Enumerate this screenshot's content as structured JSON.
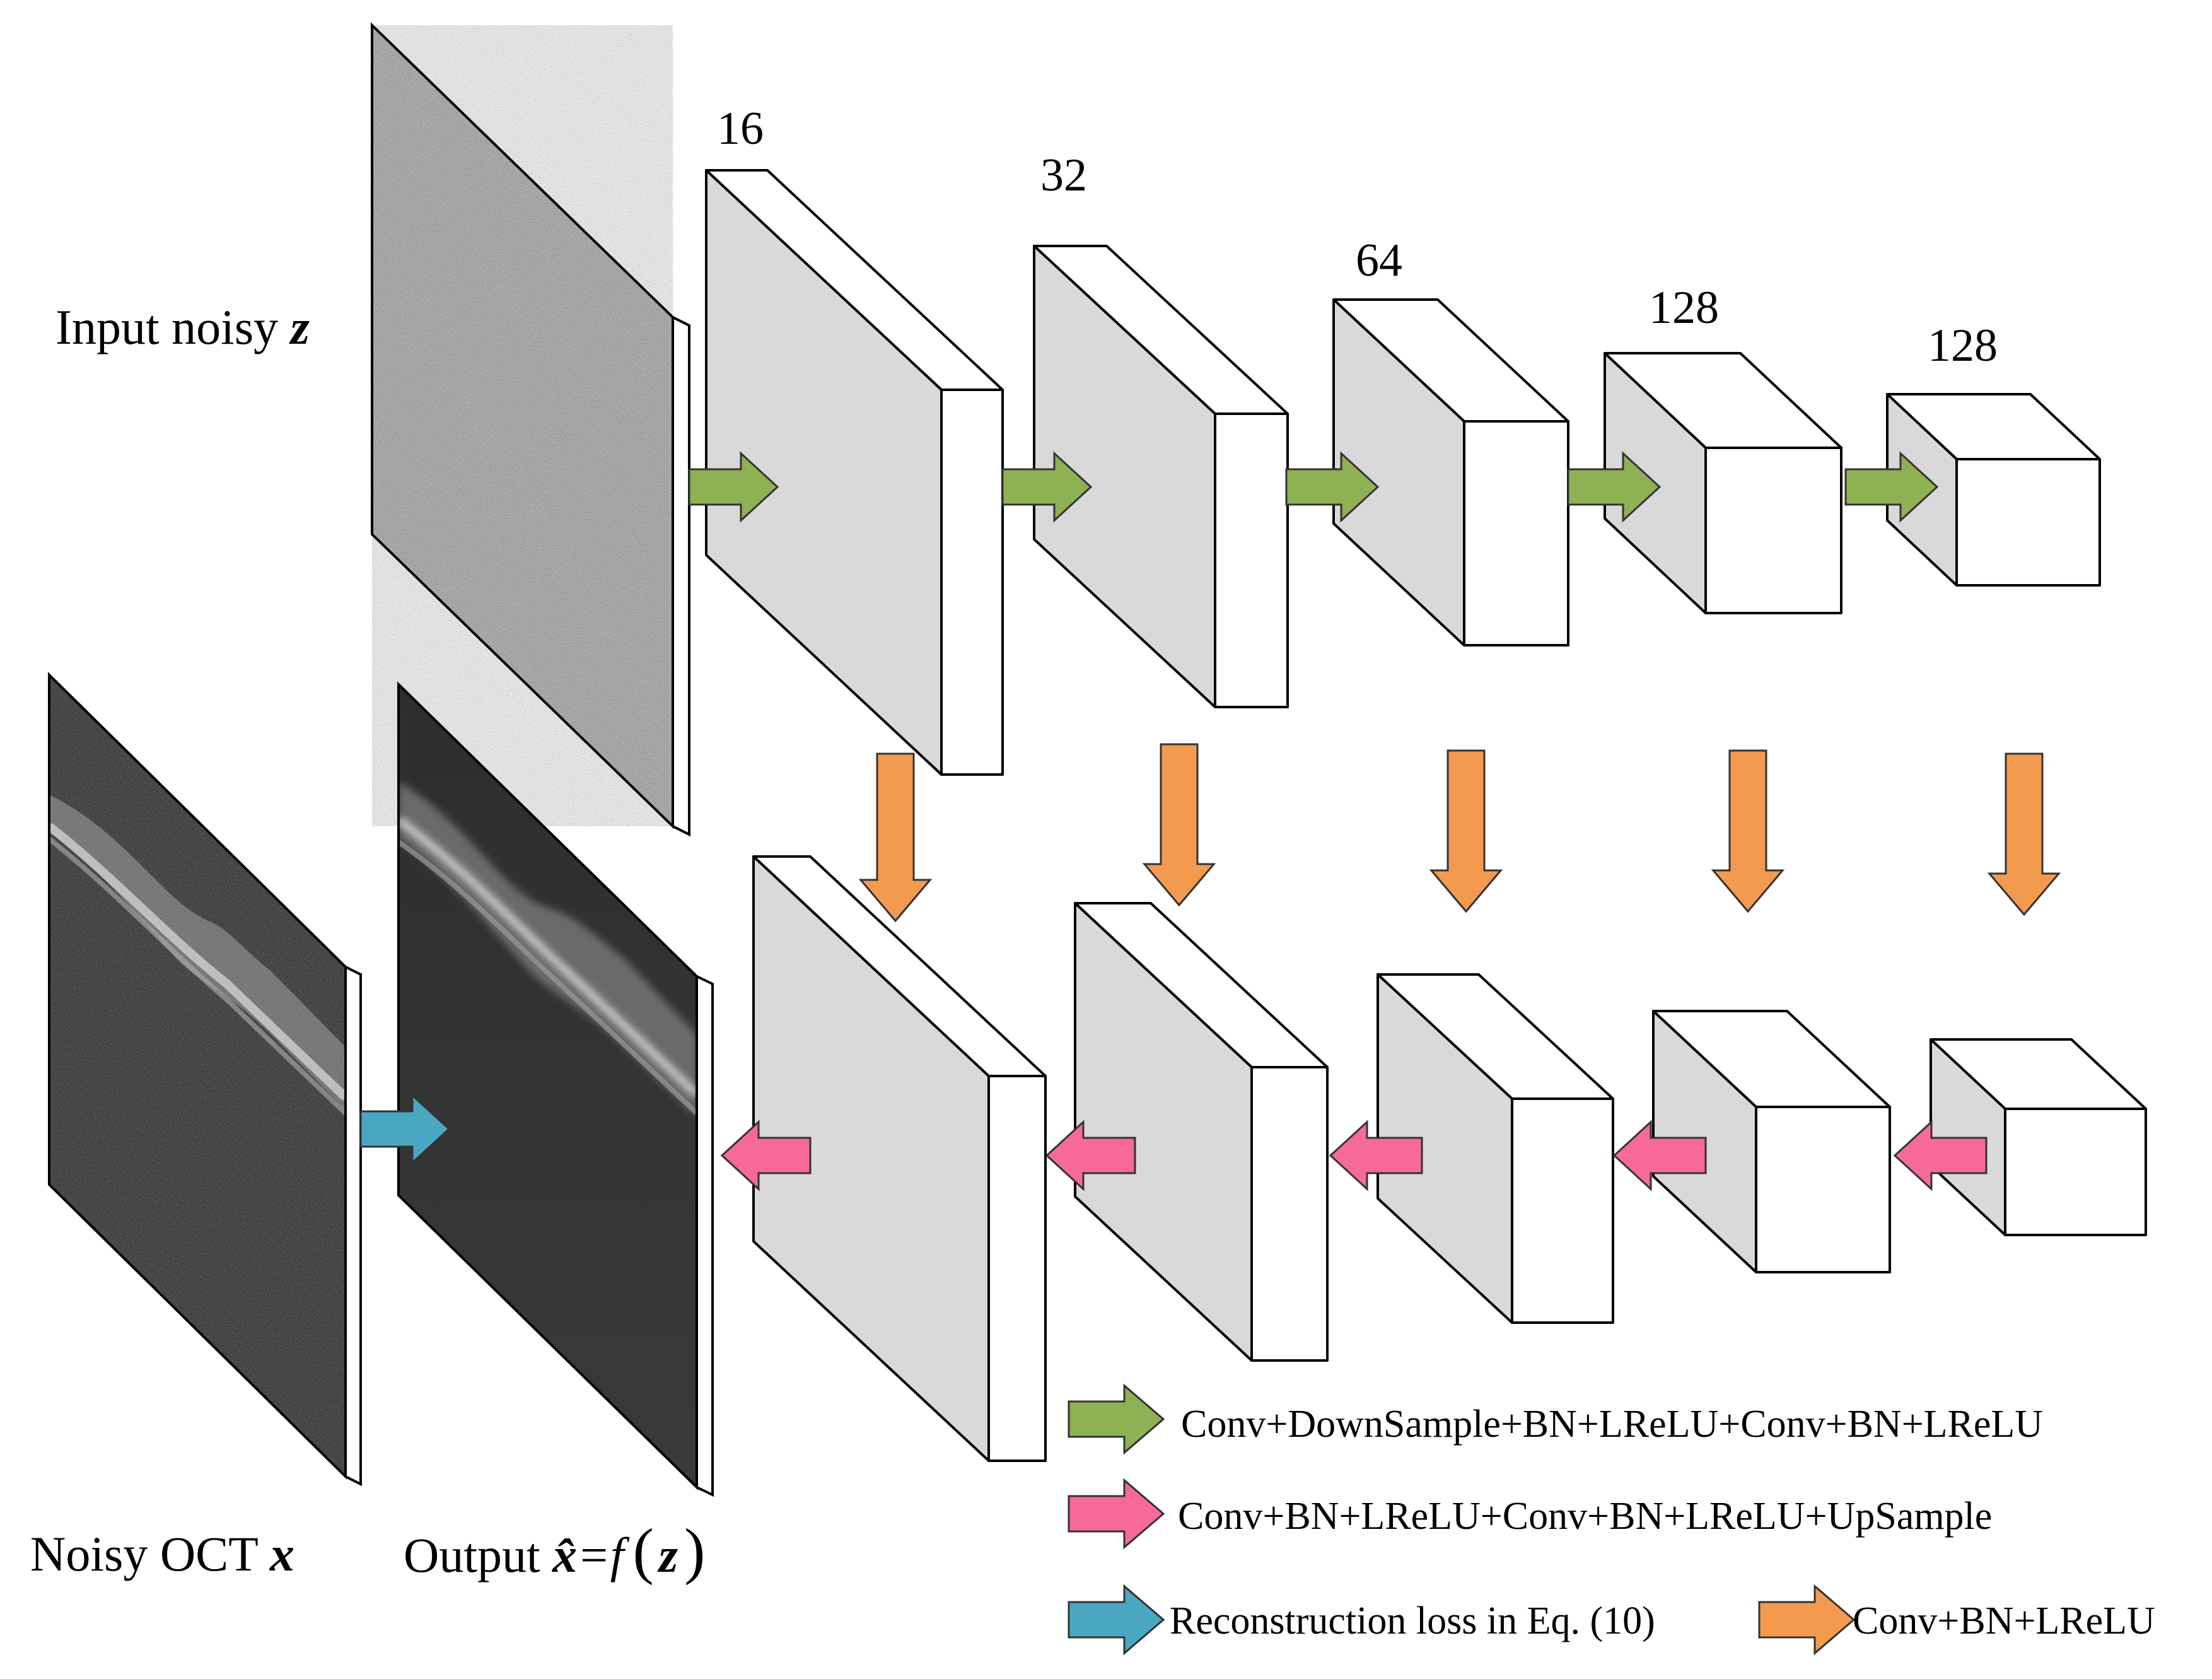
{
  "labels": {
    "input_text": "Input noisy ",
    "input_var": "z",
    "noisy_text": "Noisy OCT ",
    "noisy_var": "x",
    "output_text": "Output ",
    "output_var": "x̂",
    "output_eq": "=f",
    "output_paren_open": "(",
    "output_arg": "z",
    "output_paren_close": ")"
  },
  "channels": [
    "16",
    "32",
    "64",
    "128",
    "128"
  ],
  "legend": {
    "green": "Conv+DownSample+BN+LReLU+Conv+BN+LReLU",
    "pink": "Conv+BN+LReLU+Conv+BN+LReLU+UpSample",
    "blue": "Reconstruction loss in Eq. (10)",
    "orange": "Conv+BN+LReLU"
  },
  "colors": {
    "green": "#8db153",
    "pink": "#f7699a",
    "blue": "#4aa7c2",
    "orange": "#f39a4f",
    "block_face": "#d9d9d9",
    "block_side": "#ffffff"
  }
}
